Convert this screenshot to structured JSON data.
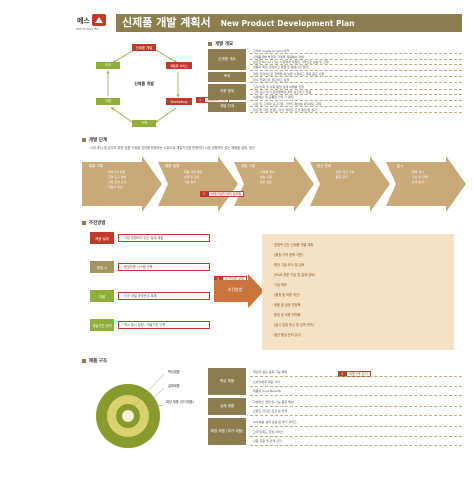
{
  "header": {
    "logo_text": "메스",
    "logo_sub": "DEPTH DOCS LTD",
    "title": "신제품 개발 계획서",
    "subtitle": "New Product Development Plan"
  },
  "section1": {
    "cycle": {
      "center": "신제품 개발",
      "nodes": [
        "신제품 개발",
        "제품화 서비스",
        "Marketing",
        "가격",
        "사업",
        "수익"
      ]
    },
    "callout": "개발계획 단계",
    "table_title": "개발 개요",
    "table": [
      {
        "label": "신제품 개요",
        "rows": [
          "고객의 needs & want 파악",
          "신제품개발 방향과 가격을 계획하여 개발",
          "필요한 Price 나가는 시장에게 적절한 가격으로 상승 및 진행",
          "제품의 특징 개선하고 경쟁 및 틈새시장 발견"
        ]
      },
      {
        "label": "목적",
        "rows": [
          "경영 전략적으로 정책을 외 보완 수정하고 계획 중요 사항",
          "당시 전략으로 판단하고 실행"
        ]
      },
      {
        "label": "적용 범위",
        "rows": [
          "고객 만족 및 사용 품질 설계 아래를 진행",
          "고객 요구 및 시장개발부의 경우 보조하고 있음",
          "이번에는 및 공통된 전략 가 확립"
        ]
      },
      {
        "label": "개발 단계",
        "rows": [
          "시장 및 고객의 요구사항, 기술적 확보를 평가하는 과정",
          "당신 및 작은 브랜드 하기 적정한 조건 결정 및 성과"
        ]
      }
    ]
  },
  "section2": {
    "title": "개발 단계",
    "intro": "· 시장 조사 및 분석의 위한 상품 기획을 감지해 활동하는 시점으로 개발기간을 판매까지 시장 경쟁력이 있는 제품을 설계, 생산",
    "arrows": [
      {
        "head": "발굴 기획",
        "items": [
          "· 아이디어 발굴",
          "· 고객 요구 분석",
          "· 시장 환경 조사",
          "· 기획서 작성"
        ]
      },
      {
        "head": "제품 설계",
        "items": [
          "· 제품 사양 결정",
          "· 설계 및 검토",
          "· 기능 정의"
        ]
      },
      {
        "head": "개발 시험",
        "items": [
          "· 시제품 제작",
          "· 성능 시험",
          "· 양산 검증"
        ]
      },
      {
        "head": "양산 준비",
        "items": [
          "· 생산 라인 구성",
          "· 품질 관리"
        ]
      },
      {
        "head": "출시",
        "items": [
          "· 판매 개시",
          "· 홍보 및 판매",
          "· 성과 분석"
        ]
      }
    ],
    "callout": "제품개발단계에 필요함"
  },
  "section3": {
    "title": "추진방법",
    "steps": [
      {
        "label": "제품 설계",
        "desc": "· 시장 경쟁력이 있는 설계 개발"
      },
      {
        "label": "품질 Q",
        "desc": "· 품질보증 시스템 구축"
      },
      {
        "label": "개발",
        "desc": "· 신규 개발 공정관리 체계"
      },
      {
        "label": "개발기간 관리",
        "desc": "· 적시 출시 일정 / 개발기간 단축"
      }
    ],
    "callout": "추진방법 상세",
    "target_label": "추진방법",
    "target_lines": [
      "· 경쟁력 있는 신제품 개발 계획",
      "  (품질 가격 정책 기준)",
      "· 해당 기술 조사 및 검토",
      "  (R&D 부문 기술 및 설계 검토)",
      "· 기술 확보",
      "  (품질 및 비용 개선)",
      "· 제품 및 공정 안정화",
      "· 품질 및 비용 최적화",
      "  (출시 일정 준수 및 성과 관리)",
      "· 생산 품질 관리 유지"
    ]
  },
  "section4": {
    "title": "제품 구조",
    "rings": [
      "핵심제품",
      "실체제품",
      "확장 제품 (부가제품)"
    ],
    "callout": "제품구조 분석",
    "table": [
      {
        "label": "핵심 제품",
        "rows": [
          "핵심의 필요 충족 기능 혜택",
          "소비자에게 제공 가치",
          "제품의 Core Benefit"
        ]
      },
      {
        "label": "실체 제품",
        "rows": [
          "구체적인 형태 및 기능 품질 특성",
          "브랜드 디자인 포장 등 외형"
        ]
      },
      {
        "label": "확장 제품 (부가 제품)",
        "rows": [
          "A/S 배송 설치 보증 등 부가 서비스",
          "고객 만족도 향상 서비스",
          "사용 지원 및 관계 관리"
        ]
      }
    ]
  },
  "colors": {
    "brand": "#8b7d4e",
    "accent": "#c0392b",
    "green": "#8fae3a",
    "arrow": "#c9a978",
    "ring_outer": "#8a9a2c",
    "ring_inner": "#d9d36e"
  }
}
